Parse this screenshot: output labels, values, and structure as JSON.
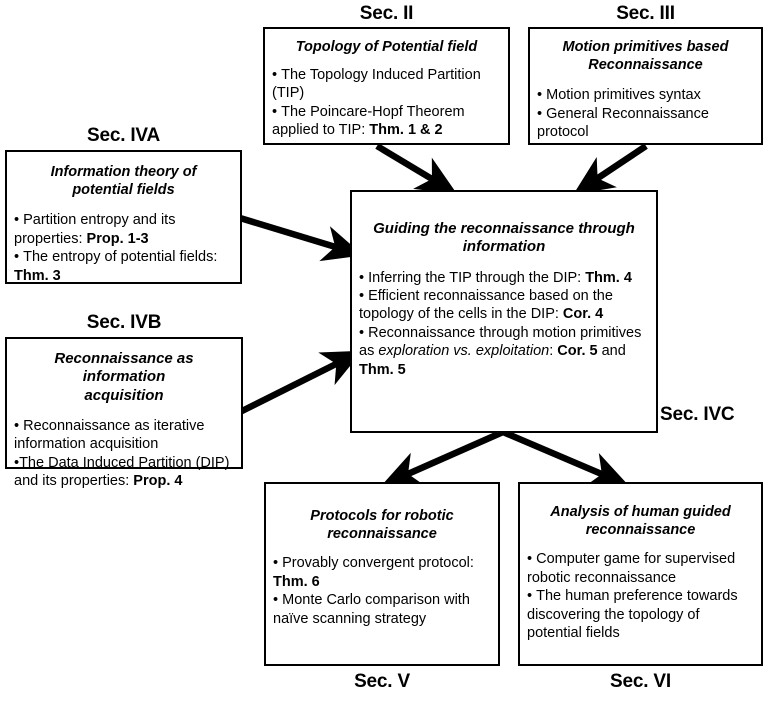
{
  "diagram": {
    "type": "flow-diagram",
    "nodes": [
      {
        "id": "sec2",
        "section_label": "Sec. II",
        "title": "Topology of Potential field",
        "bullets": [
          "The Topology Induced Partition (TIP)",
          "The Poincare-Hopf Theorem applied to TIP: Thm. 1 & 2"
        ]
      },
      {
        "id": "sec3",
        "section_label": "Sec. III",
        "title": "Motion primitives based Reconnaissance",
        "bullets": [
          "Motion primitives syntax",
          "General Reconnaissance protocol"
        ]
      },
      {
        "id": "sec4a",
        "section_label": "Sec. IVA",
        "title": "Information theory of potential fields",
        "bullets": [
          "Partition entropy and its properties: Prop. 1-3",
          "The entropy of potential fields: Thm. 3"
        ]
      },
      {
        "id": "sec4b",
        "section_label": "Sec. IVB",
        "title": "Reconnaissance as information acquisition",
        "bullets": [
          "Reconnaissance as iterative information acquisition",
          "The Data Induced Partition (DIP) and its properties: Prop. 4"
        ]
      },
      {
        "id": "center",
        "section_label": "Sec. IVC",
        "title": "Guiding the reconnaissance through information",
        "bullets": [
          "Inferring the TIP through the DIP: Thm. 4",
          "Efficient reconnaissance based on the topology of the cells in the DIP: Cor. 4",
          "Reconnaissance through motion primitives as exploration vs. exploitation: Cor. 5 and Thm. 5"
        ]
      },
      {
        "id": "sec5",
        "section_label": "Sec. V",
        "title": "Protocols for robotic reconnaissance",
        "bullets": [
          "Provably convergent protocol: Thm. 6",
          "Monte Carlo comparison with naïve scanning strategy"
        ]
      },
      {
        "id": "sec6",
        "section_label": "Sec. VI",
        "title": "Analysis of human guided reconnaissance",
        "bullets": [
          "Computer game for supervised robotic reconnaissance",
          "The human preference towards discovering the topology of potential fields"
        ]
      }
    ],
    "edges": [
      {
        "from": "sec2",
        "to": "center"
      },
      {
        "from": "sec3",
        "to": "center"
      },
      {
        "from": "sec4a",
        "to": "center"
      },
      {
        "from": "sec4b",
        "to": "center"
      },
      {
        "from": "center",
        "to": "sec5"
      },
      {
        "from": "center",
        "to": "sec6"
      }
    ],
    "colors": {
      "stroke": "#000000",
      "fill": "#ffffff",
      "text": "#000000"
    }
  },
  "sec2": {
    "label": "Sec. II",
    "title": "Topology of Potential field",
    "b1_a": "The Topology Induced Partition (TIP)",
    "b2_a": "The Poincare-Hopf Theorem applied to TIP: ",
    "b2_b": "Thm. 1 & 2"
  },
  "sec3": {
    "label": "Sec. III",
    "title_l1": "Motion primitives based",
    "title_l2": "Reconnaissance",
    "b1_a": "Motion primitives syntax",
    "b2_a": "General Reconnaissance protocol"
  },
  "sec4a": {
    "label": "Sec. IVA",
    "title_l1": "Information theory of",
    "title_l2": "potential fields",
    "b1_a": "Partition entropy and its properties: ",
    "b1_b": "Prop. 1-3",
    "b2_a": "The entropy of potential fields: ",
    "b2_b": "Thm. 3"
  },
  "sec4b": {
    "label": "Sec. IVB",
    "title_l1": "Reconnaissance as information",
    "title_l2": "acquisition",
    "b1_a": "Reconnaissance as iterative information acquisition",
    "b2_a": "The Data Induced Partition (DIP) and its properties: ",
    "b2_b": "Prop. 4"
  },
  "center": {
    "label": "Sec. IVC",
    "title_l1": "Guiding the reconnaissance through",
    "title_l2": "information",
    "b1_a": "Inferring the TIP through the DIP: ",
    "b1_b": "Thm. 4",
    "b2_a": "Efficient reconnaissance based on the topology of the cells in the DIP: ",
    "b2_b": "Cor. 4",
    "b3_a": "Reconnaissance through motion primitives as ",
    "b3_i": "exploration vs. exploitation",
    "b3_c": ": ",
    "b3_b1": "Cor. 5",
    "b3_d": " and ",
    "b3_b2": "Thm. 5"
  },
  "sec5": {
    "label": "Sec. V",
    "title_l1": "Protocols for robotic",
    "title_l2": "reconnaissance",
    "b1_a": "Provably convergent protocol: ",
    "b1_b": "Thm. 6",
    "b2_a": "Monte Carlo comparison with naïve scanning strategy"
  },
  "sec6": {
    "label": "Sec. VI",
    "title_l1": "Analysis of human guided",
    "title_l2": "reconnaissance",
    "b1_a": "Computer game for supervised robotic reconnaissance",
    "b2_a": "The human preference towards discovering the topology of potential fields"
  }
}
